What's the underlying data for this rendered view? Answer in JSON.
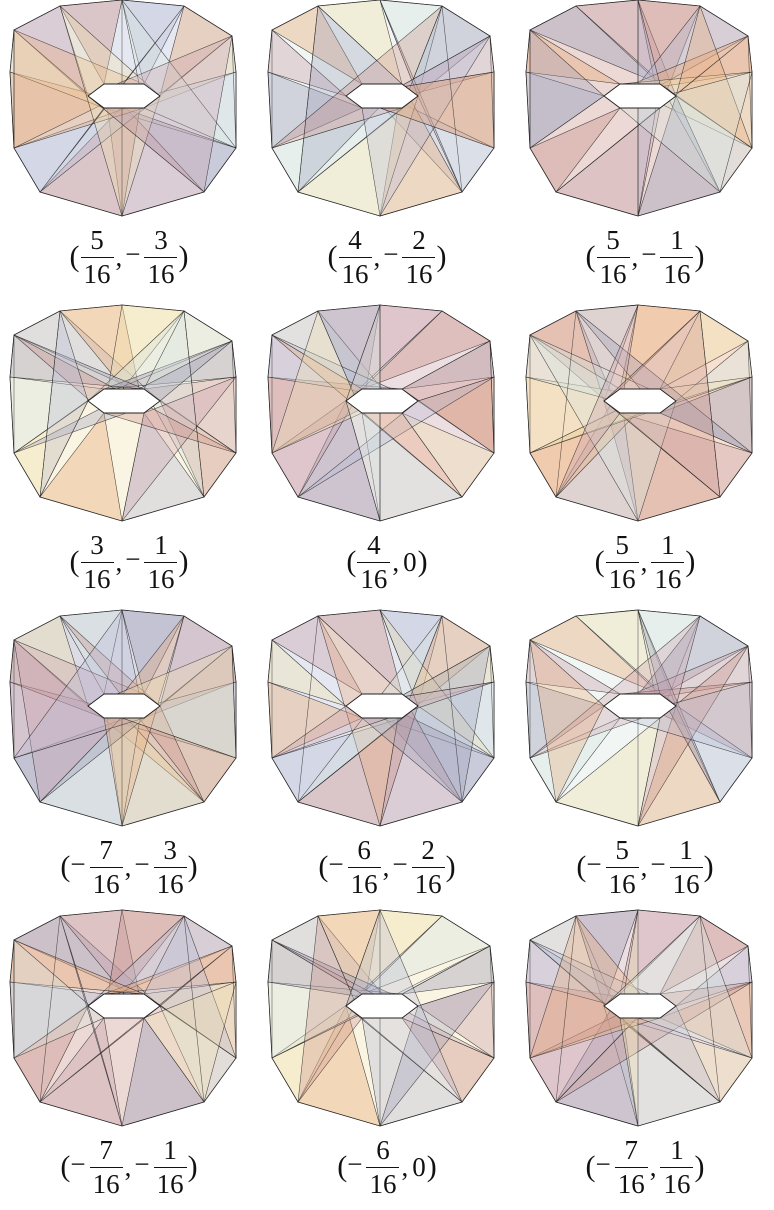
{
  "figure": {
    "panels": [
      {
        "label": {
          "a": {
            "sign": "",
            "num": "5",
            "den": "16"
          },
          "b": {
            "sign": "−",
            "num": "3",
            "den": "16"
          }
        }
      },
      {
        "label": {
          "a": {
            "sign": "",
            "num": "4",
            "den": "16"
          },
          "b": {
            "sign": "−",
            "num": "2",
            "den": "16"
          }
        }
      },
      {
        "label": {
          "a": {
            "sign": "",
            "num": "5",
            "den": "16"
          },
          "b": {
            "sign": "−",
            "num": "1",
            "den": "16"
          }
        }
      },
      {
        "label": {
          "a": {
            "sign": "",
            "num": "3",
            "den": "16"
          },
          "b": {
            "sign": "−",
            "num": "1",
            "den": "16"
          }
        }
      },
      {
        "label": {
          "a": {
            "sign": "",
            "num": "4",
            "den": "16"
          },
          "b": {
            "plain": "0"
          }
        }
      },
      {
        "label": {
          "a": {
            "sign": "",
            "num": "5",
            "den": "16"
          },
          "b": {
            "sign": "",
            "num": "1",
            "den": "16"
          }
        }
      },
      {
        "label": {
          "a": {
            "sign": "−",
            "num": "7",
            "den": "16"
          },
          "b": {
            "sign": "−",
            "num": "3",
            "den": "16"
          }
        }
      },
      {
        "label": {
          "a": {
            "sign": "−",
            "num": "6",
            "den": "16"
          },
          "b": {
            "sign": "−",
            "num": "2",
            "den": "16"
          }
        }
      },
      {
        "label": {
          "a": {
            "sign": "−",
            "num": "5",
            "den": "16"
          },
          "b": {
            "sign": "−",
            "num": "1",
            "den": "16"
          }
        }
      },
      {
        "label": {
          "a": {
            "sign": "−",
            "num": "7",
            "den": "16"
          },
          "b": {
            "sign": "−",
            "num": "1",
            "den": "16"
          }
        }
      },
      {
        "label": {
          "a": {
            "sign": "−",
            "num": "6",
            "den": "16"
          },
          "b": {
            "plain": "0"
          }
        }
      },
      {
        "label": {
          "a": {
            "sign": "−",
            "num": "7",
            "den": "16"
          },
          "b": {
            "sign": "",
            "num": "1",
            "den": "16"
          }
        }
      }
    ]
  },
  "palette": {
    "mauve": "#c9a0aa",
    "rose": "#c98f86",
    "lavender": "#b8bcd6",
    "peach": "#e8a777",
    "cream": "#f0dfae",
    "mint": "#d6e6e0",
    "slate": "#9a9bb6",
    "edge": "#222222"
  }
}
